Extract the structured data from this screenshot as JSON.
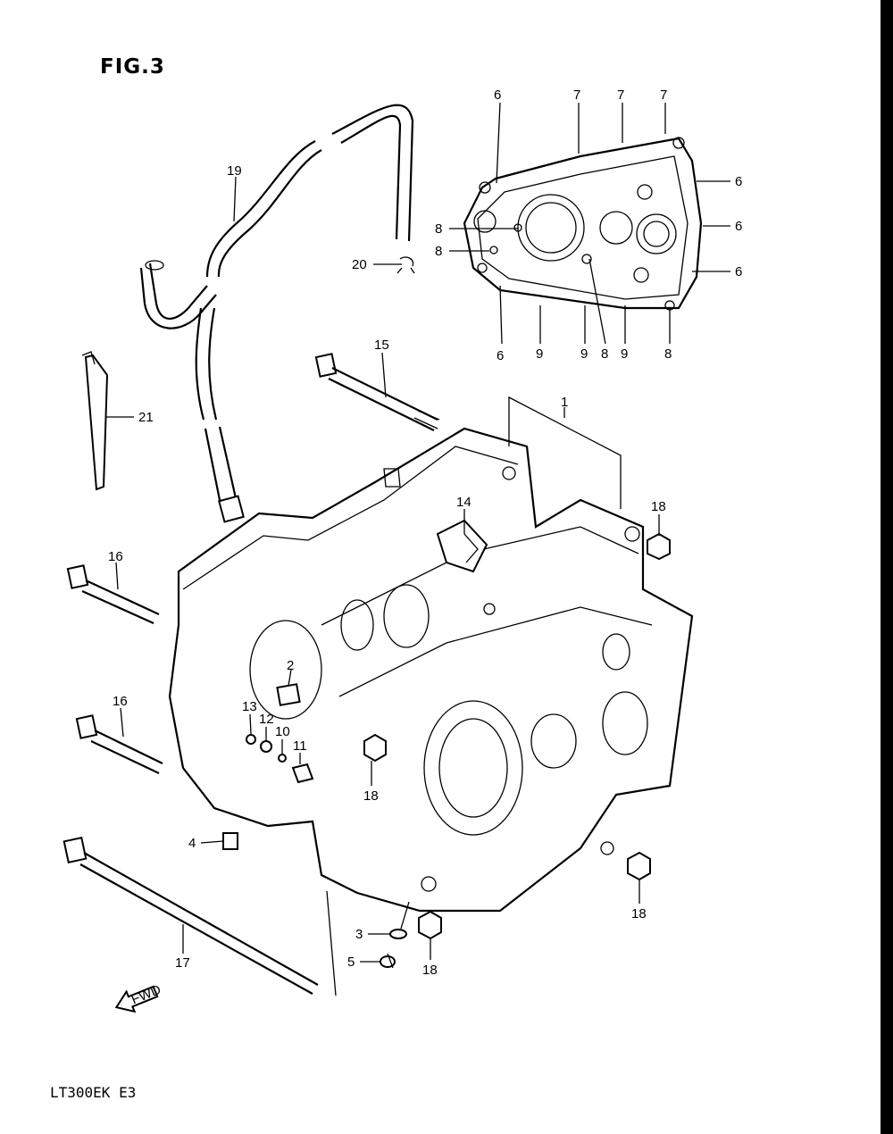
{
  "header": {
    "title": "FIG.3"
  },
  "footer": {
    "model_code": "LT300EK E3"
  },
  "fwd_arrow_text": "FWD",
  "callouts": {
    "c1": "1",
    "c2": "2",
    "c3": "3",
    "c4": "4",
    "c5": "5",
    "c6a": "6",
    "c6b": "6",
    "c6c": "6",
    "c6d": "6",
    "c6e": "6",
    "c7a": "7",
    "c7b": "7",
    "c7c": "7",
    "c8a": "8",
    "c8b": "8",
    "c8c": "8",
    "c8d": "8",
    "c9a": "9",
    "c9b": "9",
    "c9c": "9",
    "c10": "10",
    "c11": "11",
    "c12": "12",
    "c13": "13",
    "c14": "14",
    "c15": "15",
    "c16a": "16",
    "c16b": "16",
    "c17": "17",
    "c18a": "18",
    "c18b": "18",
    "c18c": "18",
    "c18d": "18",
    "c19": "19",
    "c20": "20",
    "c21": "21"
  }
}
